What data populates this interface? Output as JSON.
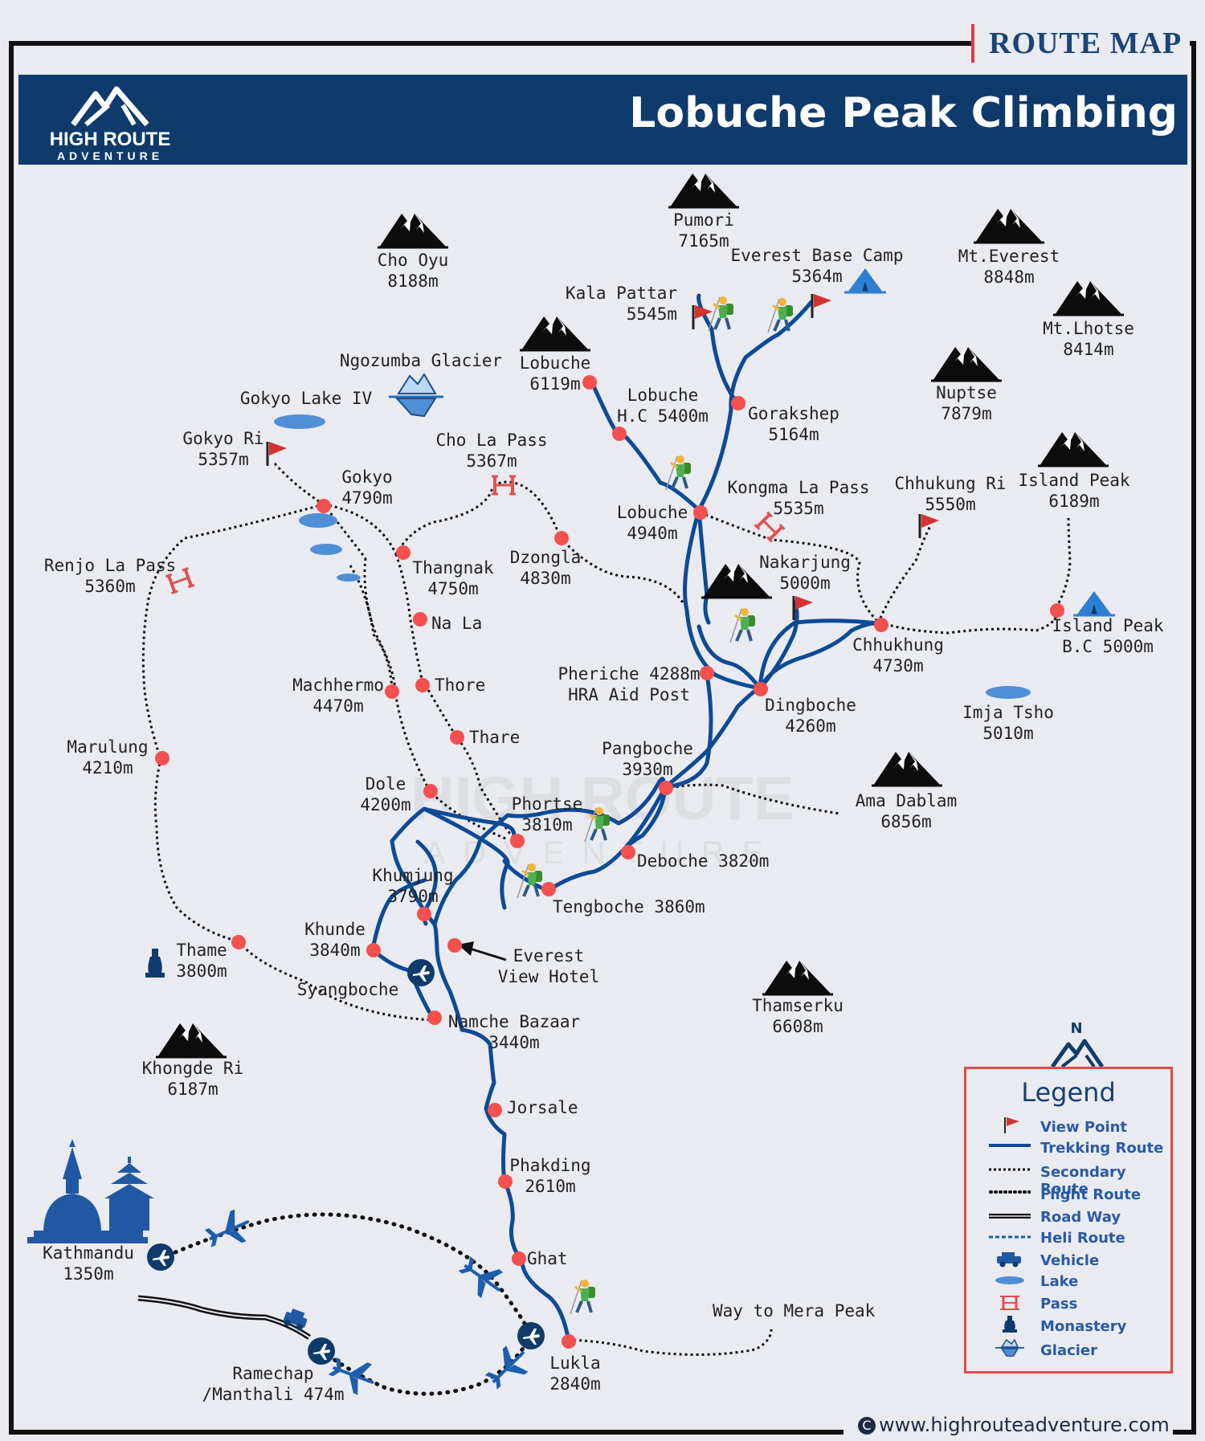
{
  "banner": {
    "tag": "ROUTE MAP",
    "title": "Lobuche Peak Climbing"
  },
  "brand": {
    "name": "HIGH ROUTE",
    "sub": "ADVENTURE"
  },
  "labels": {
    "cho_oyu": [
      "Cho Oyu",
      "8188m"
    ],
    "pumori": [
      "Pumori",
      "7165m"
    ],
    "ebc": [
      "Everest Base Camp",
      "5364m"
    ],
    "everest": [
      "Mt.Everest",
      "8848m"
    ],
    "lhotse": [
      "Mt.Lhotse",
      "8414m"
    ],
    "kala_pattar": [
      "Kala Pattar",
      "5545m"
    ],
    "ngozumba": [
      "Ngozumba Glacier"
    ],
    "lobuche_peak": [
      "Lobuche",
      "6119m"
    ],
    "gokyo_lake": [
      "Gokyo Lake IV"
    ],
    "lobuche_hc": [
      "Lobuche",
      "H.C 5400m"
    ],
    "gorakshep": [
      "Gorakshep",
      "5164m"
    ],
    "nuptse": [
      "Nuptse",
      "7879m"
    ],
    "gokyo_ri": [
      "Gokyo Ri",
      "5357m"
    ],
    "cho_la": [
      "Cho La Pass",
      "5367m"
    ],
    "gokyo": [
      "Gokyo",
      "4790m"
    ],
    "lobuche": [
      "Lobuche",
      "4940m"
    ],
    "kongma": [
      "Kongma La Pass",
      "5535m"
    ],
    "chhukung_ri": [
      "Chhukung Ri",
      "5550m"
    ],
    "island_peak": [
      "Island Peak",
      "6189m"
    ],
    "renjo": [
      "Renjo La Pass",
      "5360m"
    ],
    "thangnak": [
      "Thangnak",
      "4750m"
    ],
    "dzongla": [
      "Dzongla",
      "4830m"
    ],
    "nakarjung": [
      "Nakarjung",
      "5000m"
    ],
    "island_bc": [
      "Island Peak",
      "B.C 5000m"
    ],
    "na_la": [
      "Na La"
    ],
    "chhukhung": [
      "Chhukhung",
      "4730m"
    ],
    "machhermo": [
      "Machhermo",
      "4470m"
    ],
    "thore": [
      "Thore"
    ],
    "pheriche": [
      "Pheriche 4288m",
      "HRA Aid Post"
    ],
    "dingboche": [
      "Dingboche",
      "4260m"
    ],
    "imja": [
      "Imja Tsho",
      "5010m"
    ],
    "thare": [
      "Thare"
    ],
    "marulung": [
      "Marulung",
      "4210m"
    ],
    "pangboche": [
      "Pangboche",
      "3930m"
    ],
    "dole": [
      "Dole",
      "4200m"
    ],
    "phortse": [
      "Phortse",
      "3810m"
    ],
    "ama_dablam": [
      "Ama Dablam",
      "6856m"
    ],
    "deboche": [
      "Deboche 3820m"
    ],
    "khumjung": [
      "Khumjung",
      "3790m"
    ],
    "tengboche": [
      "Tengboche 3860m"
    ],
    "khunde": [
      "Khunde",
      "3840m"
    ],
    "evh": [
      "Everest",
      "View Hotel"
    ],
    "thame": [
      "Thame",
      "3800m"
    ],
    "syangboche": [
      "Syangboche"
    ],
    "thamserku": [
      "Thamserku",
      "6608m"
    ],
    "namche": [
      "Namche Bazaar",
      "3440m"
    ],
    "khongde": [
      "Khongde Ri",
      "6187m"
    ],
    "jorsale": [
      "Jorsale"
    ],
    "phakding": [
      "Phakding",
      "2610m"
    ],
    "kathmandu": [
      "Kathmandu",
      "1350m"
    ],
    "ghat": [
      "Ghat"
    ],
    "mera": [
      "Way to Mera Peak"
    ],
    "lukla": [
      "Lukla",
      "2840m"
    ],
    "ramechap": [
      "Ramechap",
      "/Manthali 474m"
    ]
  },
  "legend": {
    "title": "Legend",
    "compass": "N",
    "items": [
      "View Point",
      "Trekking Route",
      "Secondary Route",
      "Flight Route",
      "Road Way",
      "Heli Route",
      "Vehicle",
      "Lake",
      "Pass",
      "Monastery",
      "Glacier"
    ]
  },
  "website": "www.highrouteadventure.com",
  "copyright_symbol": "C",
  "colors": {
    "header": "#0e3b6b",
    "trek_route": "#0d4a96",
    "point": "#f55050",
    "flag": "#d63232",
    "legend_border": "#e14b4b",
    "legend_text": "#2a5aa5",
    "lake": "#4f8fd6",
    "pass": "#e05050"
  }
}
